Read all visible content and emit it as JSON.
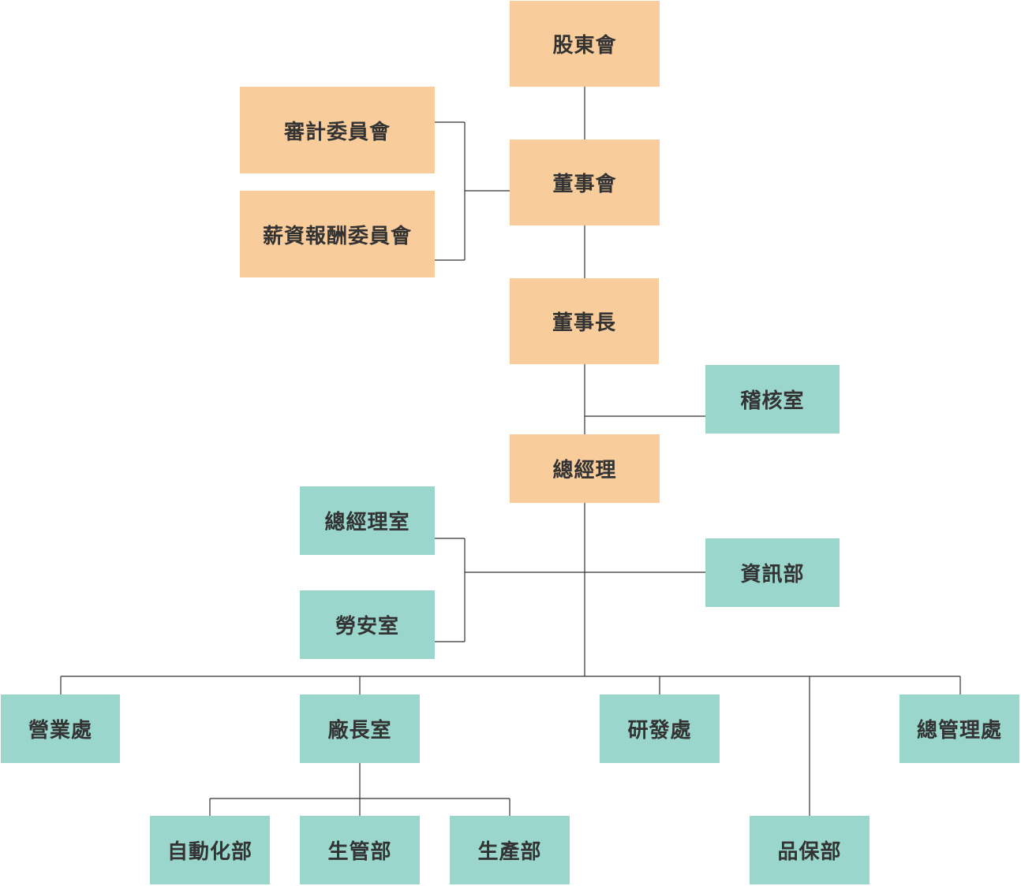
{
  "colors": {
    "governance": "#f8cd9b",
    "department": "#9ad6cc",
    "line": "#333333",
    "text": "#333333"
  },
  "nodes": {
    "shareholders": "股東會",
    "audit_committee": "審計委員會",
    "compensation_committee": "薪資報酬委員會",
    "board": "董事會",
    "chairman": "董事長",
    "audit_office": "稽核室",
    "general_manager": "總經理",
    "gm_office": "總經理室",
    "labor_safety_office": "勞安室",
    "it_department": "資訊部",
    "sales_division": "營業處",
    "plant_manager_office": "廠長室",
    "rd_division": "研發處",
    "general_admin_division": "總管理處",
    "automation_department": "自動化部",
    "production_control_department": "生管部",
    "production_department": "生產部",
    "quality_assurance_department": "品保部"
  }
}
